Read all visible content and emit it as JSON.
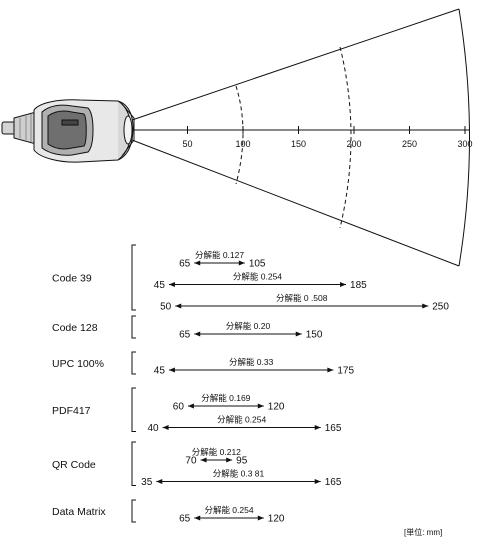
{
  "axis": {
    "ticks": [
      {
        "v": 50,
        "label": "50"
      },
      {
        "v": 100,
        "label": "100"
      },
      {
        "v": 150,
        "label": "150"
      },
      {
        "v": 200,
        "label": "200"
      },
      {
        "v": 250,
        "label": "250"
      },
      {
        "v": 300,
        "label": "300"
      }
    ]
  },
  "unit_note": "[単位: mm]",
  "codes": [
    {
      "name": "Code 39",
      "ranges": [
        {
          "min": 65,
          "max": 105,
          "min_label": "65",
          "max_label": "105",
          "res": "分解能 0.127"
        },
        {
          "min": 45,
          "max": 185,
          "min_label": "45",
          "max_label": "185",
          "res": "分解能 0.254"
        },
        {
          "min": 50,
          "max": 250,
          "min_label": "50",
          "max_label": "250",
          "res": "分解能 0 .508"
        }
      ]
    },
    {
      "name": "Code 128",
      "ranges": [
        {
          "min": 65,
          "max": 150,
          "min_label": "65",
          "max_label": "150",
          "res": "分解能 0.20"
        }
      ]
    },
    {
      "name": "UPC 100%",
      "ranges": [
        {
          "min": 45,
          "max": 175,
          "min_label": "45",
          "max_label": "175",
          "res": "分解能 0.33"
        }
      ]
    },
    {
      "name": "PDF417",
      "ranges": [
        {
          "min": 60,
          "max": 120,
          "min_label": "60",
          "max_label": "120",
          "res": "分解能 0.169"
        },
        {
          "min": 40,
          "max": 165,
          "min_label": "40",
          "max_label": "165",
          "res": "分解能 0.254"
        }
      ]
    },
    {
      "name": "QR Code",
      "ranges": [
        {
          "min": 70,
          "max": 95,
          "min_label": "70",
          "max_label": "95",
          "res": "分解能 0.212"
        },
        {
          "min": 35,
          "max": 165,
          "min_label": "35",
          "max_label": "165",
          "res": "分解能 0.3 81"
        }
      ]
    },
    {
      "name": "Data Matrix",
      "ranges": [
        {
          "min": 65,
          "max": 120,
          "min_label": "65",
          "max_label": "120",
          "res": "分解能 0.254"
        }
      ]
    }
  ]
}
